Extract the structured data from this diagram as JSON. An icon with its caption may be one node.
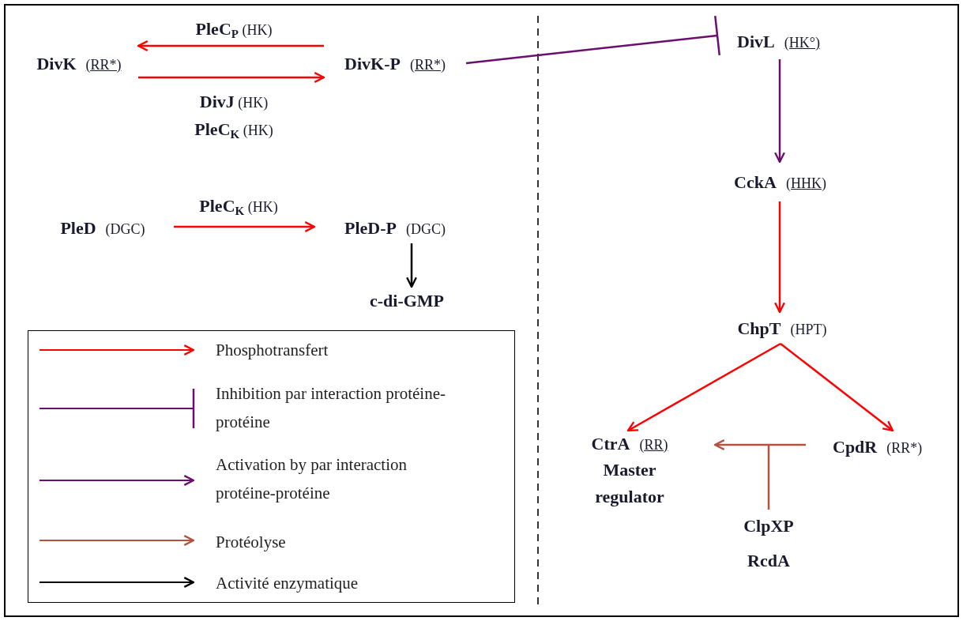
{
  "diagram": {
    "nodes": [
      {
        "text": [
          "DivK",
          "(RR*)"
        ]
      },
      {
        "text": [
          "DivK-P",
          "(RR*)"
        ]
      },
      {
        "text": [
          "DivL",
          "(HK°)"
        ]
      },
      {
        "text": [
          "CckA",
          "(HHK)"
        ]
      },
      {
        "text": [
          "PleD",
          "(DGC)"
        ]
      },
      {
        "text": [
          "PleD-P",
          "(DGC)"
        ]
      },
      {
        "text": [
          "c-di-GMP"
        ]
      },
      {
        "text": [
          "ChpT",
          "(HPT)"
        ]
      },
      {
        "text": [
          "CtrA",
          "(RR)",
          "Master regulator"
        ]
      },
      {
        "text": [
          "CpdR",
          "(RR*)"
        ]
      },
      {
        "text": [
          "ClpXP RcdA"
        ]
      }
    ],
    "edges": [
      {
        "from": 1,
        "to": 0,
        "arrow": "to",
        "label": "**PleC**$_{P}$ (HK)"
      },
      {
        "from": 0,
        "to": 1,
        "arrow": "to",
        "label": "**DivJ** (HK) **PleC**$_{K}$ (HK)"
      },
      {
        "from": 1,
        "to": 2,
        "arrow": "other",
        "color": "#6a0f6e"
      },
      {
        "from": 2,
        "to": 3,
        "arrow": "to",
        "color": "#6a0f6e"
      },
      {
        "from": 3,
        "to": 7,
        "arrow": "to"
      },
      {
        "from": 4,
        "to": 5,
        "arrow": "to",
        "label": "**PleC**$_{K}$ (HK)"
      },
      {
        "from": 5,
        "to": 6,
        "arrow": "to",
        "color": "#000000"
      },
      {
        "from": 7,
        "to": 8,
        "arrow": "to"
      },
      {
        "from": 7,
        "to": 9,
        "arrow": "to"
      },
      {
        "from": 9,
        "to": 8,
        "arrow": "to",
        "color": "#b5513f"
      },
      {
        "from": 10,
        "to": null,
        "arrow": "none",
        "color": "#b5513f"
      }
    ],
    "legend": [
      {
        "text": "Phosphotransfert"
      },
      {
        "text": "Inhibition par interaction protéine-protéine"
      },
      {
        "text": "Activation by par interaction protéine-protéine"
      },
      {
        "text": "Protéolyse"
      },
      {
        "text": "Activité enzymatique"
      }
    ]
  }
}
